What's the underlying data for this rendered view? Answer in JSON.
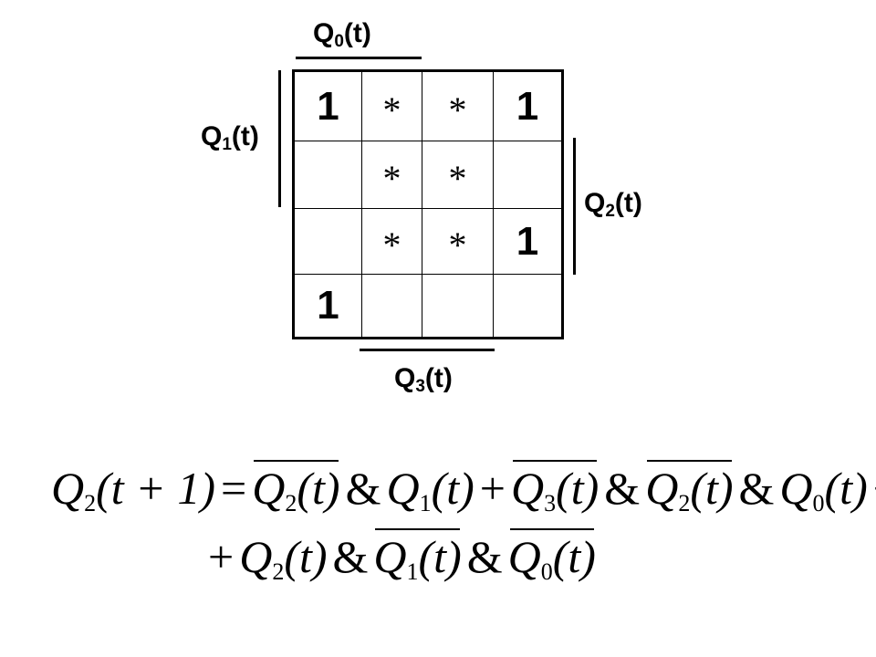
{
  "kmap": {
    "rows": [
      [
        "1",
        "*",
        "*",
        "1"
      ],
      [
        "",
        "*",
        "*",
        ""
      ],
      [
        "",
        "*",
        "*",
        "1"
      ],
      [
        "1",
        "",
        "",
        ""
      ]
    ]
  },
  "labels": {
    "q0": {
      "letter": "Q",
      "index": "0",
      "arg": "(t)"
    },
    "q1": {
      "letter": "Q",
      "index": "1",
      "arg": "(t)"
    },
    "q2": {
      "letter": "Q",
      "index": "2",
      "arg": "(t)"
    },
    "q3": {
      "letter": "Q",
      "index": "3",
      "arg": "(t)"
    }
  },
  "equation": {
    "line1": {
      "lhs": {
        "letter": "Q",
        "index": "2",
        "arg": "(t + 1)"
      },
      "eq": "=",
      "terms": [
        {
          "letter": "Q",
          "index": "2",
          "arg": "(t)",
          "neg": true
        },
        {
          "op": "&"
        },
        {
          "letter": "Q",
          "index": "1",
          "arg": "(t)",
          "neg": false
        },
        {
          "op": "+"
        },
        {
          "letter": "Q",
          "index": "3",
          "arg": "(t)",
          "neg": true
        },
        {
          "op": "&"
        },
        {
          "letter": "Q",
          "index": "2",
          "arg": "(t)",
          "neg": true
        },
        {
          "op": "&"
        },
        {
          "letter": "Q",
          "index": "0",
          "arg": "(t)",
          "neg": false
        },
        {
          "op": "+"
        }
      ]
    },
    "line2": {
      "terms": [
        {
          "op": "+"
        },
        {
          "letter": "Q",
          "index": "2",
          "arg": "(t)",
          "neg": false
        },
        {
          "op": "&"
        },
        {
          "letter": "Q",
          "index": "1",
          "arg": "(t)",
          "neg": true
        },
        {
          "op": "&"
        },
        {
          "letter": "Q",
          "index": "0",
          "arg": "(t)",
          "neg": true
        }
      ]
    }
  }
}
